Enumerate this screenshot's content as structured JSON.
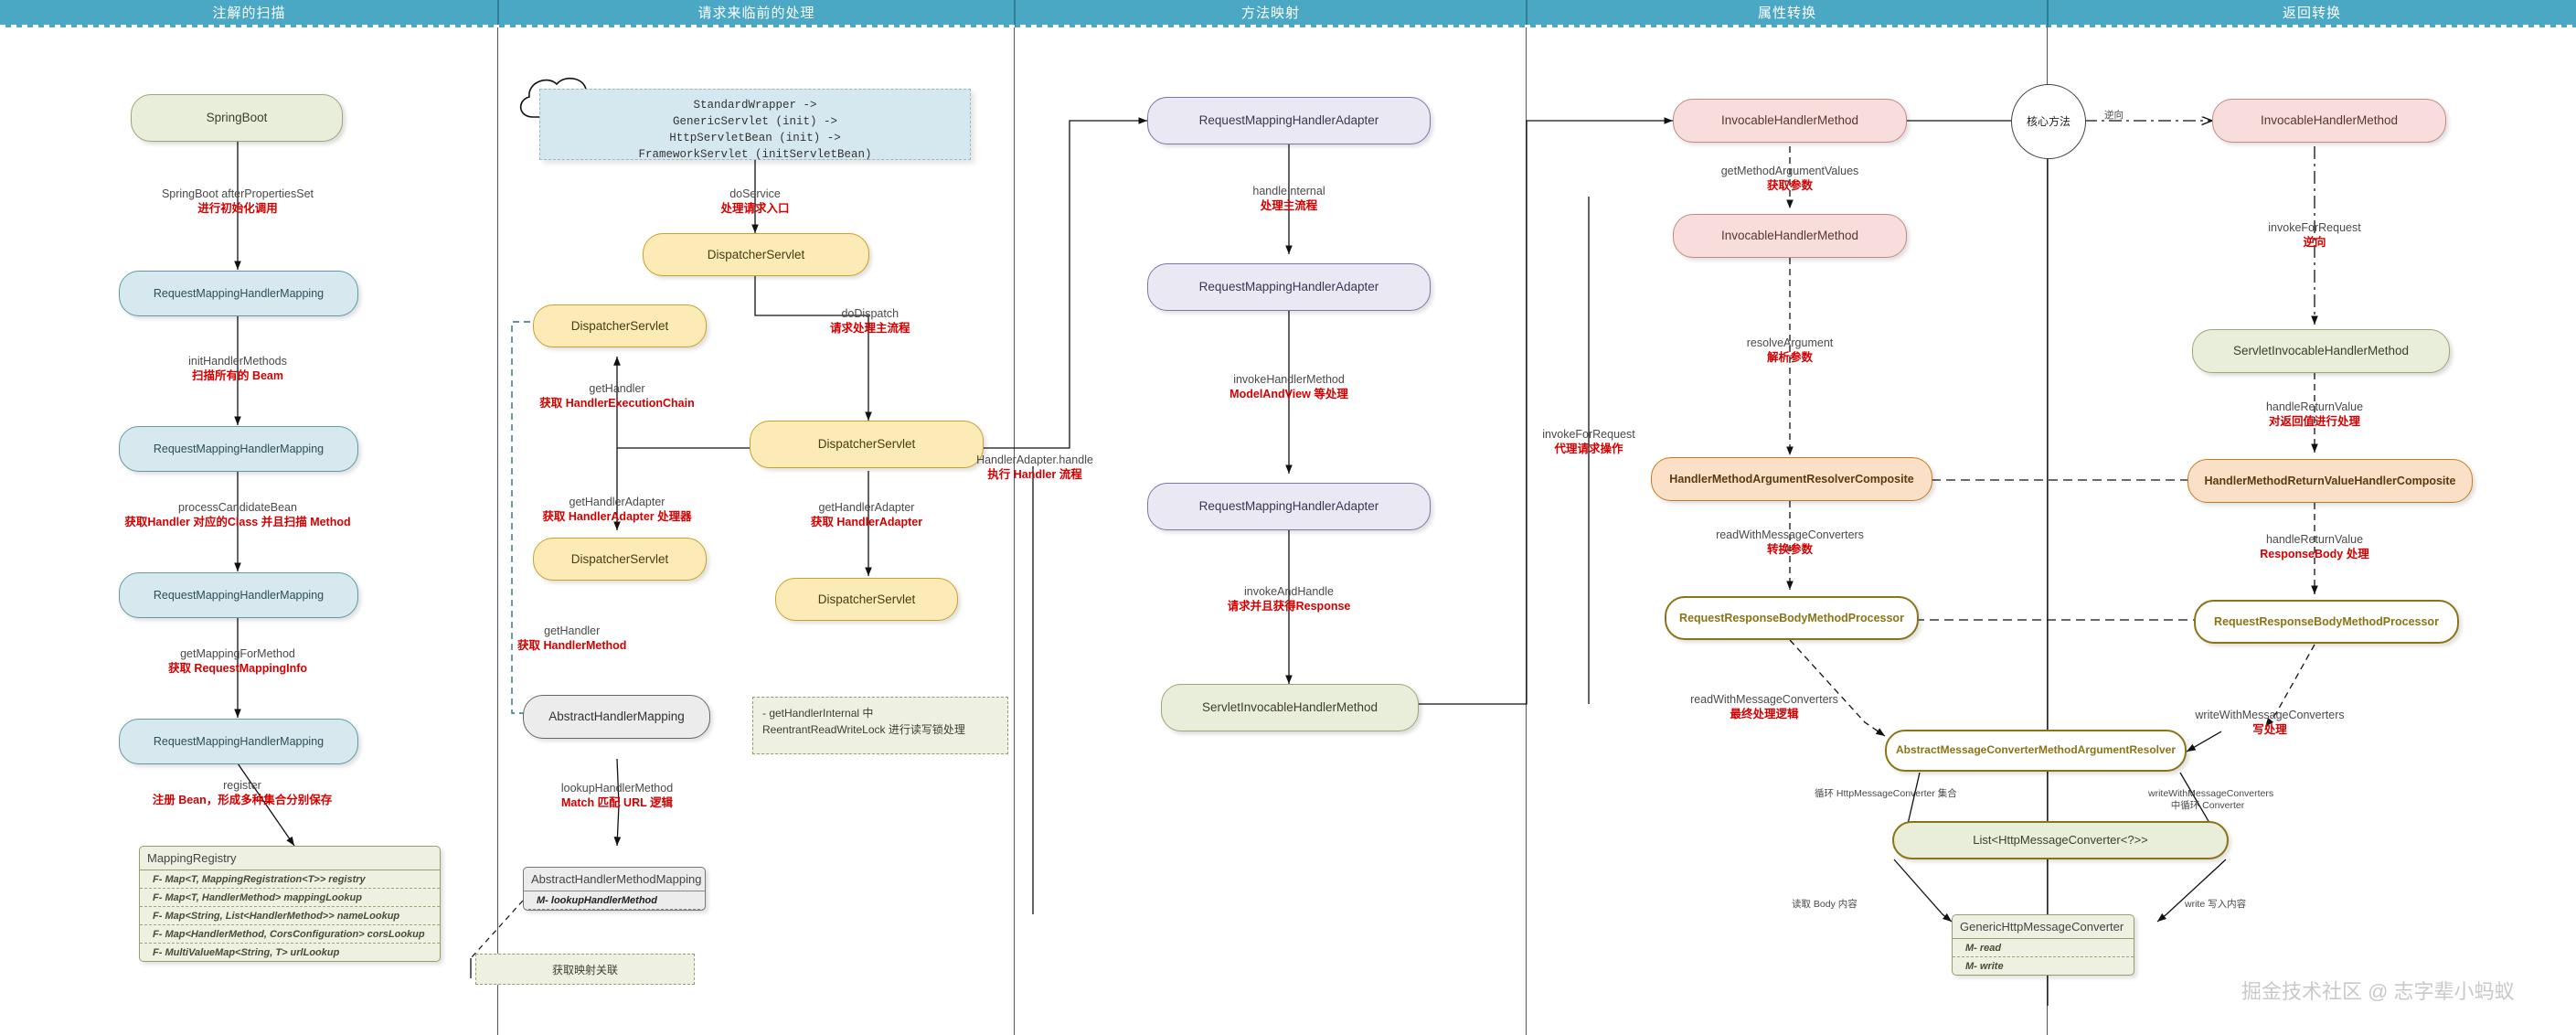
{
  "header": {
    "columns": [
      {
        "label": "注解的扫描"
      },
      {
        "label": "请求来临前的处理"
      },
      {
        "label": "方法映射"
      },
      {
        "label": "属性转换"
      },
      {
        "label": "返回转换"
      }
    ]
  },
  "watermark": "掘金技术社区 @ 志字辈小蚂蚁",
  "col1": {
    "nodes": [
      {
        "label": "SpringBoot"
      },
      {
        "label": "RequestMappingHandlerMapping"
      },
      {
        "label": "RequestMappingHandlerMapping"
      },
      {
        "label": "RequestMappingHandlerMapping"
      },
      {
        "label": "RequestMappingHandlerMapping"
      }
    ],
    "edges": [
      {
        "en": "SpringBoot afterPropertiesSet",
        "cn": "进行初始化调用"
      },
      {
        "en": "initHandlerMethods",
        "cn": "扫描所有的 Beam"
      },
      {
        "en": "processCandidateBean",
        "cn": "获取Handler 对应的Class 并且扫描 Method"
      },
      {
        "en": "getMappingForMethod",
        "cn": "获取 RequestMappingInfo"
      },
      {
        "en": "register",
        "cn": "注册 Bean，形成多种集合分别保存"
      }
    ],
    "registry": {
      "title": "MappingRegistry",
      "rows": [
        "F- Map<T, MappingRegistration<T>> registry",
        "F- Map<T, HandlerMethod> mappingLookup",
        "F- Map<String, List<HandlerMethod>> nameLookup",
        "F- Map<HandlerMethod, CorsConfiguration> corsLookup",
        "F- MultiValueMap<String, T> urlLookup"
      ]
    }
  },
  "col2": {
    "codebox": "StandardWrapper ->\nGenericServlet (init) ->\nHttpServletBean (init) ->\nFrameworkServlet (initServletBean)",
    "nodes": [
      {
        "label": "DispatcherServlet"
      },
      {
        "label": "DispatcherServlet"
      },
      {
        "label": "DispatcherServlet"
      },
      {
        "label": "DispatcherServlet"
      },
      {
        "label": "DispatcherServlet"
      },
      {
        "label": "AbstractHandlerMapping"
      }
    ],
    "edges": [
      {
        "en": "doService",
        "cn": "处理请求入口"
      },
      {
        "en": "doDispatch",
        "cn": "请求处理主流程"
      },
      {
        "en": "getHandler",
        "cn": "获取 HandlerExecutionChain"
      },
      {
        "en": "getHandlerAdapter",
        "cn": "获取 HandlerAdapter 处理器"
      },
      {
        "en": "getHandlerAdapter",
        "cn": "获取 HandlerAdapter"
      },
      {
        "en": "getHandler",
        "cn": "获取 HandlerMethod"
      },
      {
        "en": "lookupHandlerMethod",
        "cn": "Match 匹配 URL 逻辑"
      }
    ],
    "note": "- getHandlerInternal 中 ReentrantReadWriteLock 进行读写锁处理",
    "mapping_note": "获取映射关联",
    "uml": {
      "title": "AbstractHandlerMethodMapping",
      "rows": [
        "M- lookupHandlerMethod"
      ]
    }
  },
  "col3": {
    "nodes": [
      {
        "label": "RequestMappingHandlerAdapter"
      },
      {
        "label": "RequestMappingHandlerAdapter"
      },
      {
        "label": "RequestMappingHandlerAdapter"
      },
      {
        "label": "ServletInvocableHandlerMethod"
      }
    ],
    "edges": [
      {
        "en": "HandlerAdapter.handle",
        "cn": "执行 Handler 流程"
      },
      {
        "en": "handleInternal",
        "cn": "处理主流程"
      },
      {
        "en": "invokeHandlerMethod",
        "cn": "ModelAndView 等处理"
      },
      {
        "en": "invokeAndHandle",
        "cn": "请求并且获得Response"
      },
      {
        "en": "invokeForRequest",
        "cn": "代理请求操作"
      }
    ]
  },
  "col4": {
    "nodes": [
      {
        "label": "InvocableHandlerMethod"
      },
      {
        "label": "InvocableHandlerMethod"
      },
      {
        "label": "HandlerMethodArgumentResolverComposite"
      },
      {
        "label": "RequestResponseBodyMethodProcessor"
      },
      {
        "label": "AbstractMessageConverterMethodArgumentResolver"
      },
      {
        "label": "List<HttpMessageConverter<?>>"
      }
    ],
    "edges": [
      {
        "en": "getMethodArgumentValues",
        "cn": "获取参数"
      },
      {
        "en": "resolveArgument",
        "cn": "解析参数"
      },
      {
        "en": "readWithMessageConverters",
        "cn": "转换参数"
      },
      {
        "en": "readWithMessageConverters",
        "cn": "最终处理逻辑"
      }
    ],
    "small_labels": [
      "循环 HttpMessageConverter 集合",
      "读取 Body 内容"
    ],
    "converter": {
      "title": "GenericHttpMessageConverter",
      "rows": [
        "M- read",
        "M- write"
      ]
    },
    "circle": "核心方法"
  },
  "col5": {
    "nodes": [
      {
        "label": "InvocableHandlerMethod"
      },
      {
        "label": "ServletInvocableHandlerMethod"
      },
      {
        "label": "HandlerMethodReturnValueHandlerComposite"
      },
      {
        "label": "RequestResponseBodyMethodProcessor"
      }
    ],
    "edges": [
      {
        "en": "invokeForRequest",
        "cn": "逆向"
      },
      {
        "en": "handleReturnValue",
        "cn": "对返回值进行处理"
      },
      {
        "en": "handleReturnValue",
        "cn": "ResponseBody 处理"
      },
      {
        "en": "writeWithMessageConverters",
        "cn": "写处理"
      }
    ],
    "small_labels": [
      "writeWithMessageConverters 中循环 Converter",
      "write 写入内容"
    ],
    "reverse_label": "逆向"
  },
  "colors": {
    "header_band": "#4ba8c4",
    "accent_red": "#d40000",
    "green": "#e9eeda",
    "blue": "#d7e9ef",
    "yellow": "#fcebb6",
    "purple": "#eae8f3",
    "pink": "#f7dedd",
    "orange": "#fae0c6",
    "gold": "#8a7415"
  }
}
